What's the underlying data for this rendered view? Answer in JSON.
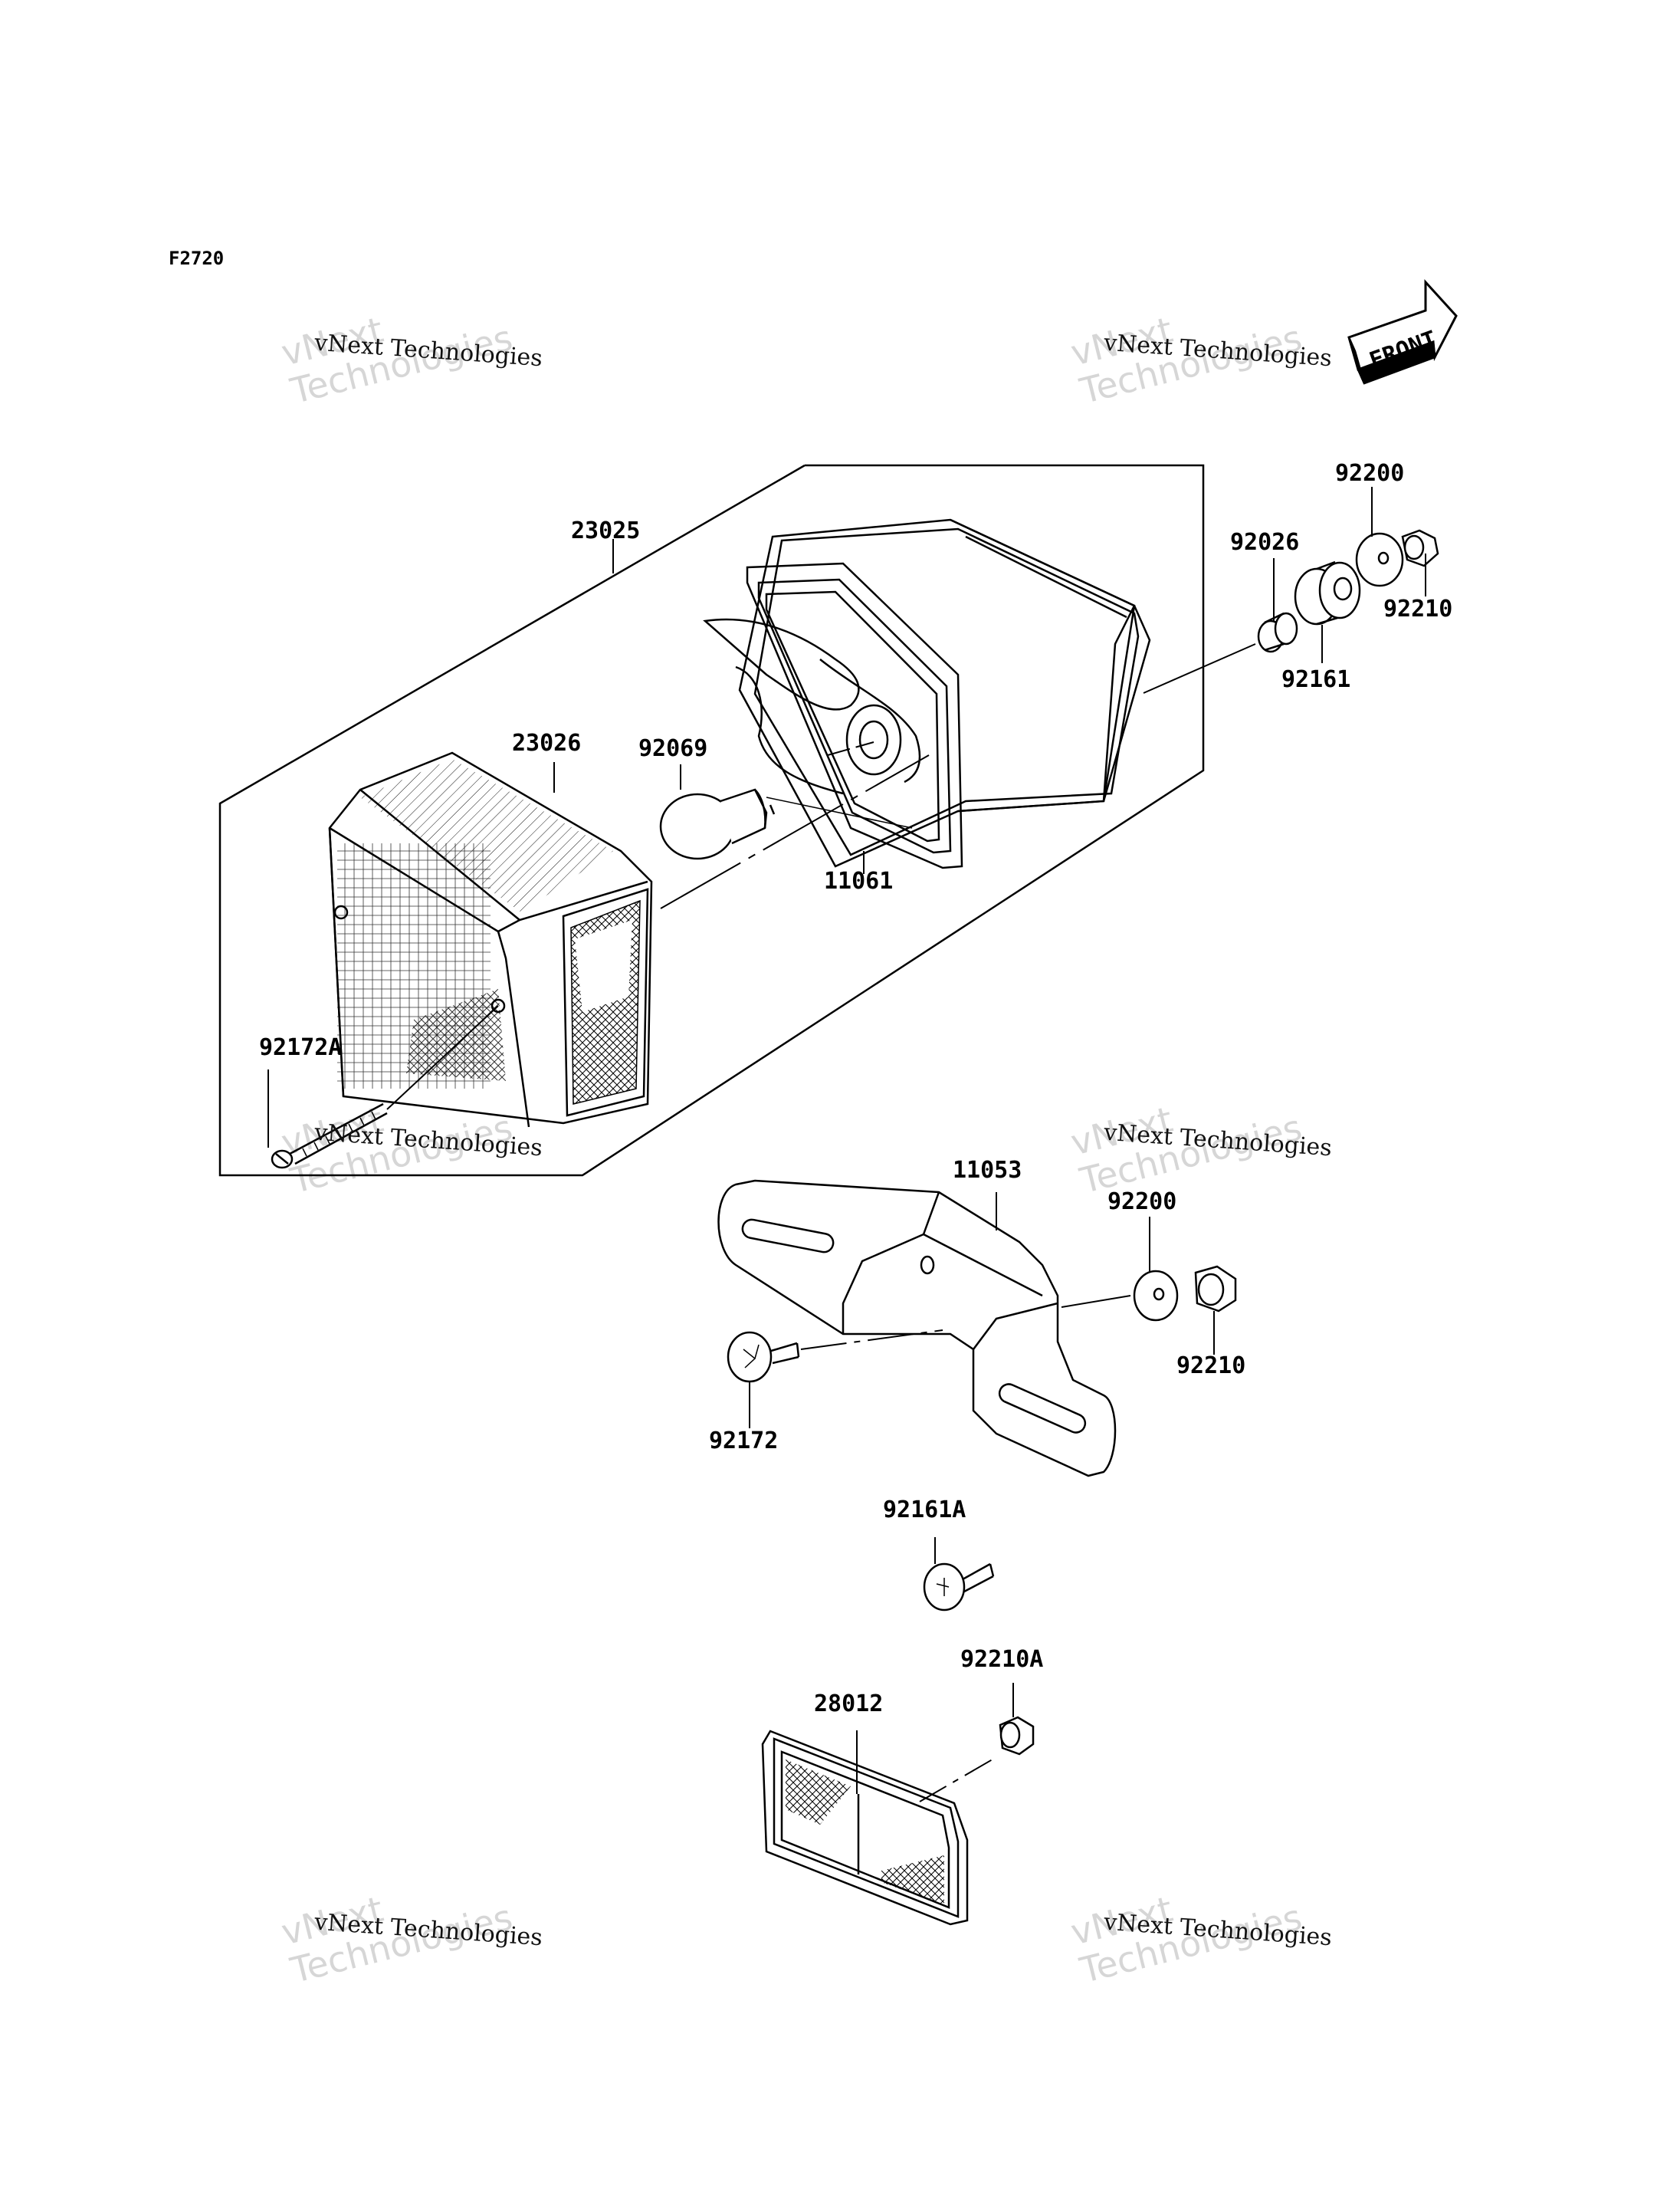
{
  "figure_code": "F2720",
  "front_label": "FRONT",
  "watermark": {
    "line1": "vNext",
    "line2": "Technologies",
    "caption": "vNext Technologies"
  },
  "parts": {
    "p23025": "23025",
    "p23026": "23026",
    "p92069": "92069",
    "p11061": "11061",
    "p92026": "92026",
    "p92200_top": "92200",
    "p92210_top": "92210",
    "p92161": "92161",
    "p92172A": "92172A",
    "p11053": "11053",
    "p92200_mid": "92200",
    "p92210_mid": "92210",
    "p92172": "92172",
    "p92161A": "92161A",
    "p92210A": "92210A",
    "p28012": "28012"
  }
}
